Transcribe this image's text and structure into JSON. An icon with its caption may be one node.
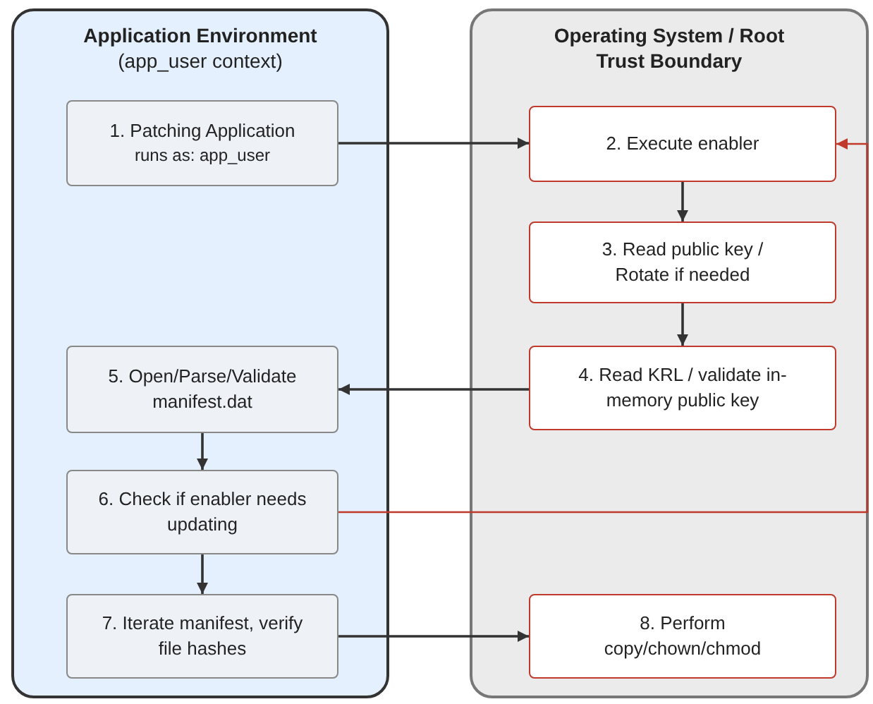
{
  "diagram": {
    "nodes": [
      {
        "text": [
          "Application Environment",
          "(app_user context)"
        ]
      },
      {
        "text": [
          "Operating System / Root Trust Boundary"
        ]
      },
      {
        "text": [
          "1. Patching Application",
          "runs as: app_user"
        ],
        "in": 0
      },
      {
        "text": [
          "2. Execute enabler"
        ],
        "in": 1
      },
      {
        "text": [
          "3. Read public key / Rotate if needed"
        ],
        "in": 1
      },
      {
        "text": [
          "4. Read KRL / validate in-memory public key"
        ],
        "in": 1
      },
      {
        "text": [
          "5. Open/Parse/Validate manifest.dat"
        ],
        "in": 0
      },
      {
        "text": [
          "6. Check if enabler needs updating"
        ],
        "in": 0
      },
      {
        "text": [
          "7. Iterate manifest, verify file hashes"
        ],
        "in": 0
      },
      {
        "text": [
          "8. Perform copy/chown/chmod"
        ],
        "in": 1
      }
    ],
    "edges": [
      {
        "from": 2,
        "to": 3,
        "arrow": "to"
      },
      {
        "from": 3,
        "to": 4,
        "arrow": "to"
      },
      {
        "from": 4,
        "to": 5,
        "arrow": "to"
      },
      {
        "from": 5,
        "to": 6,
        "arrow": "to"
      },
      {
        "from": 6,
        "to": 7,
        "arrow": "to"
      },
      {
        "from": 7,
        "to": 8,
        "arrow": "to"
      },
      {
        "from": 7,
        "to": 3,
        "arrow": "to",
        "color": "#c0392b"
      },
      {
        "from": 8,
        "to": 9,
        "arrow": "to"
      }
    ]
  }
}
